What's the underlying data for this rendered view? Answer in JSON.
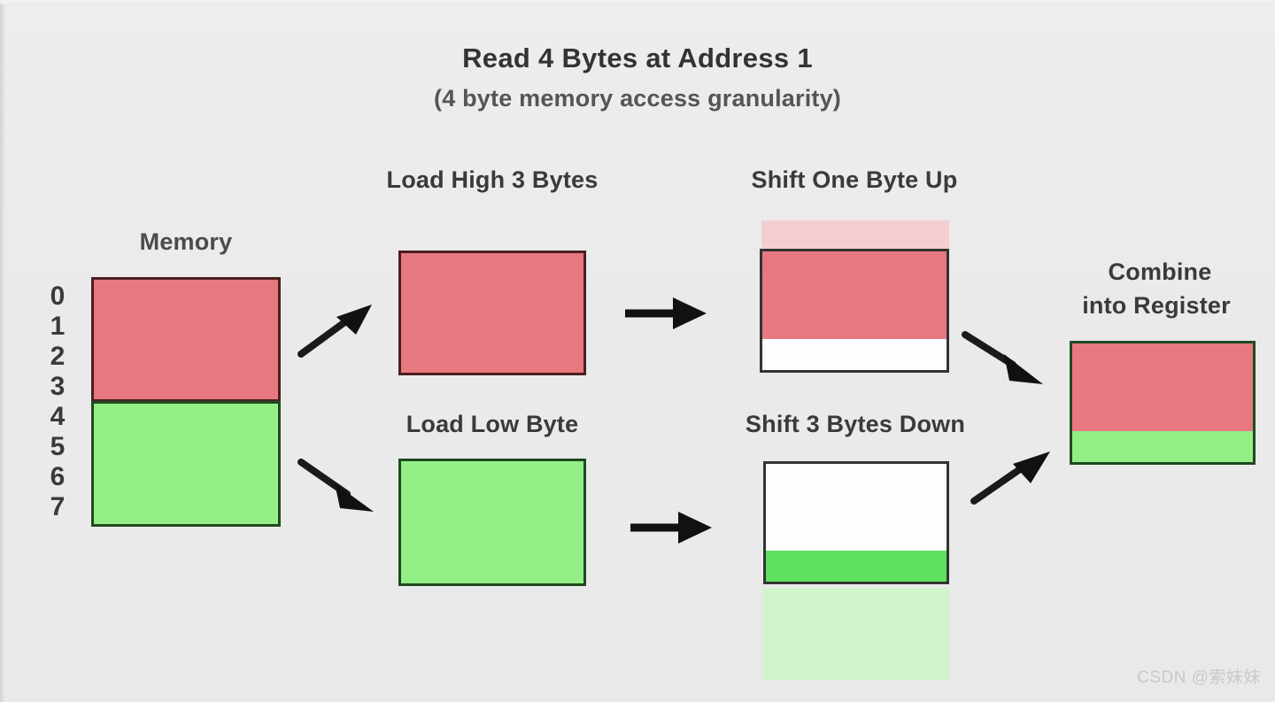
{
  "diagram": {
    "title": "Read 4 Bytes at Address 1",
    "subtitle": "(4 byte memory access granularity)",
    "colors": {
      "background": "#eaeaea",
      "red_fill": "#e8787f",
      "red_border": "#4a1f1f",
      "green_fill": "#93ef85",
      "green_border": "#1f4a1f",
      "ghost_red": "#f7c9cd",
      "ghost_green": "#cdf5c6",
      "plain_border": "#333333",
      "text": "#333333"
    },
    "memory": {
      "label": "Memory",
      "address_labels": [
        "0",
        "1",
        "2",
        "3",
        "4",
        "5",
        "6",
        "7"
      ],
      "blocks": [
        {
          "name": "high-bytes",
          "color": "#e8787f",
          "addresses": "0-3"
        },
        {
          "name": "low-bytes",
          "color": "#93ef85",
          "addresses": "4-7"
        }
      ]
    },
    "steps": [
      {
        "id": "load-high",
        "label": "Load High 3 Bytes",
        "fill": "#e8787f",
        "fill_fraction": 1.0
      },
      {
        "id": "shift-up",
        "label": "Shift One Byte Up",
        "fill": "#e8787f",
        "fill_fraction": 0.71,
        "fill_position": "top",
        "ghost": "above"
      },
      {
        "id": "load-low",
        "label": "Load Low Byte",
        "fill": "#93ef85",
        "fill_fraction": 1.0
      },
      {
        "id": "shift-down",
        "label": "Shift 3 Bytes Down",
        "fill": "#5fe05f",
        "fill_fraction": 0.25,
        "fill_position": "bottom",
        "ghost": "below"
      }
    ],
    "result": {
      "label_line1": "Combine",
      "label_line2": "into Register",
      "red_fraction": 0.71,
      "green_fraction": 0.29
    },
    "arrows": [
      {
        "id": "mem-to-load-high",
        "direction": "up-right"
      },
      {
        "id": "mem-to-load-low",
        "direction": "down-right"
      },
      {
        "id": "load-high-to-shift-up",
        "direction": "right"
      },
      {
        "id": "load-low-to-shift-down",
        "direction": "right"
      },
      {
        "id": "shift-up-to-register",
        "direction": "down-right"
      },
      {
        "id": "shift-down-to-register",
        "direction": "up-right"
      }
    ]
  },
  "watermark": "CSDN @索妹妹"
}
